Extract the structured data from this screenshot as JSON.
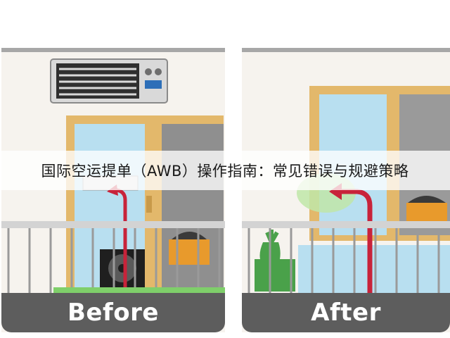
{
  "overlay": {
    "title": "国际空运提单（AWB）操作指南：常见错误与规避策略"
  },
  "panels": [
    {
      "label": "Before"
    },
    {
      "label": "After"
    }
  ]
}
